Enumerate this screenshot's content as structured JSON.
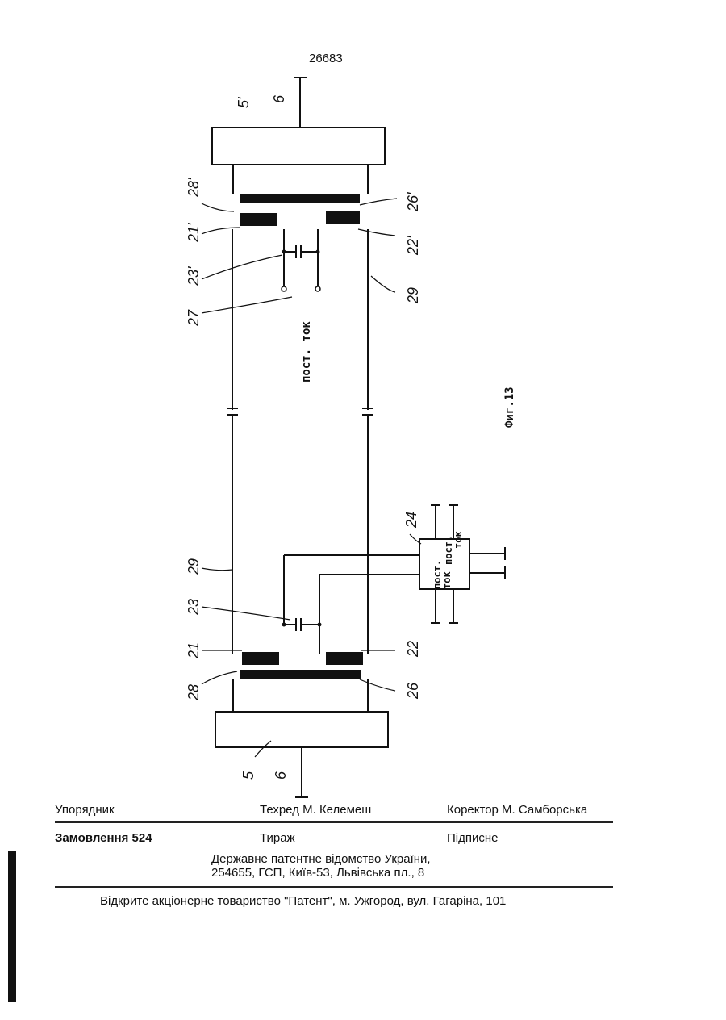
{
  "page_number": "26683",
  "figure": {
    "caption": "Фиг.13",
    "dc_label_top": "пост. ток",
    "dc_label_box_1": "пост.",
    "dc_label_box_2": "ток",
    "dc_label_box_3": "пост.",
    "dc_label_box_4": "ток",
    "refs": {
      "r5p": "5'",
      "r6_top": "6",
      "r28p": "28'",
      "r26p": "26'",
      "r21p": "21'",
      "r22p": "22'",
      "r23p": "23'",
      "r29_top": "29",
      "r27": "27",
      "r24": "24",
      "r29_bot": "29",
      "r23": "23",
      "r21": "21",
      "r22": "22",
      "r28": "28",
      "r26": "26",
      "r5": "5",
      "r6_bot": "6"
    }
  },
  "footer": {
    "compiler": "Упорядник",
    "tech_editor": "Техред М. Келемеш",
    "corrector": "Коректор М. Самборська",
    "order": "Замовлення 524",
    "circulation": "Тираж",
    "subscription": "Підписне",
    "office_line1": "Державне патентне відомство України,",
    "office_line2": "254655, ГСП, Київ-53, Львівська пл., 8",
    "publisher": "Відкрите акціонерне товариство \"Патент\", м. Ужгород, вул. Гагаріна, 101"
  }
}
